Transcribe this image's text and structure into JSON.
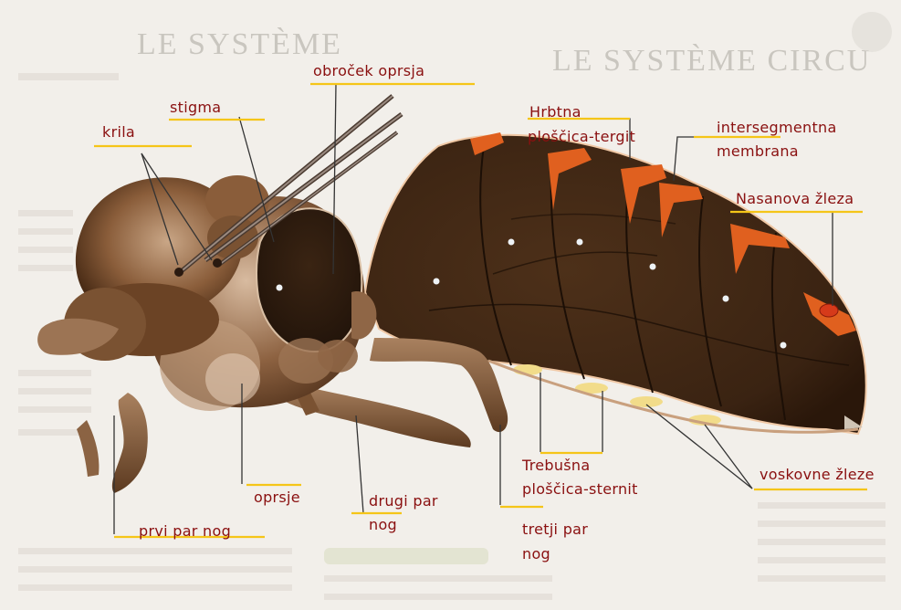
{
  "background_text": {
    "left_title": "LE SYSTÈME",
    "right_title": "LE SYSTÈME CIRCU"
  },
  "labels": {
    "obrocek_oprsja": "obroček oprsja",
    "krila": "krila",
    "stigma": "stigma",
    "hrbtna_line1": "Hrbtna",
    "hrbtna_line2": "ploščica-tergit",
    "intersegmentna_line1": "intersegmentna",
    "intersegmentna_line2": "membrana",
    "nasanova": "Nasanova žleza",
    "trebusna_line1": "Trebušna",
    "trebusna_line2": "ploščica-sternit",
    "voskovne": "voskovne žleze",
    "oprsje": "oprsje",
    "drugi_line1": "drugi par",
    "drugi_line2": "nog",
    "tretji_line1": "tretji par",
    "tretji_line2": "nog",
    "prvi": "prvi par nog"
  },
  "colors": {
    "label_text": "#8a1010",
    "underline": "#f5c518",
    "pointer_line": "#333333",
    "body_dark": "#3a2312",
    "body_mid": "#6b4325",
    "body_light": "#c7a586",
    "tergite_edge": "#e0601f",
    "wax_gland": "#f2dc8a"
  }
}
